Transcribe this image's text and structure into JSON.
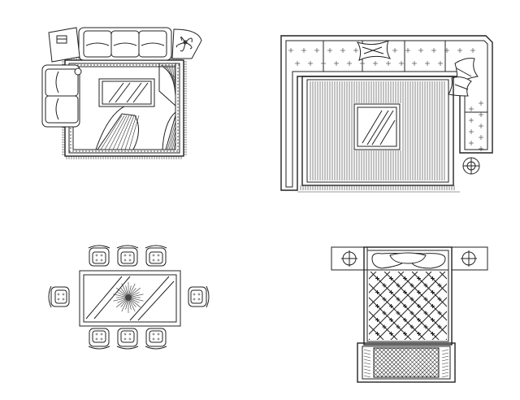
{
  "figure": {
    "background": "#ffffff",
    "line_color": "#222222",
    "panels": [
      {
        "id": "living-room-sofa-set",
        "components": [
          "three-seat-sofa",
          "two-seat-sofa",
          "corner-table",
          "corner-plant",
          "coffee-table",
          "patterned-rug"
        ]
      },
      {
        "id": "l-shaped-sectional-with-rug",
        "components": [
          "l-sofa",
          "cushions",
          "striped-rug",
          "square-coffee-table",
          "floor-lamp"
        ]
      },
      {
        "id": "dining-set",
        "components": [
          "rectangular-table",
          "eight-chairs",
          "floral-centerpiece"
        ]
      },
      {
        "id": "double-bed",
        "components": [
          "nightstands",
          "pillows",
          "quilted-bedspread",
          "bench-rug"
        ]
      }
    ]
  }
}
